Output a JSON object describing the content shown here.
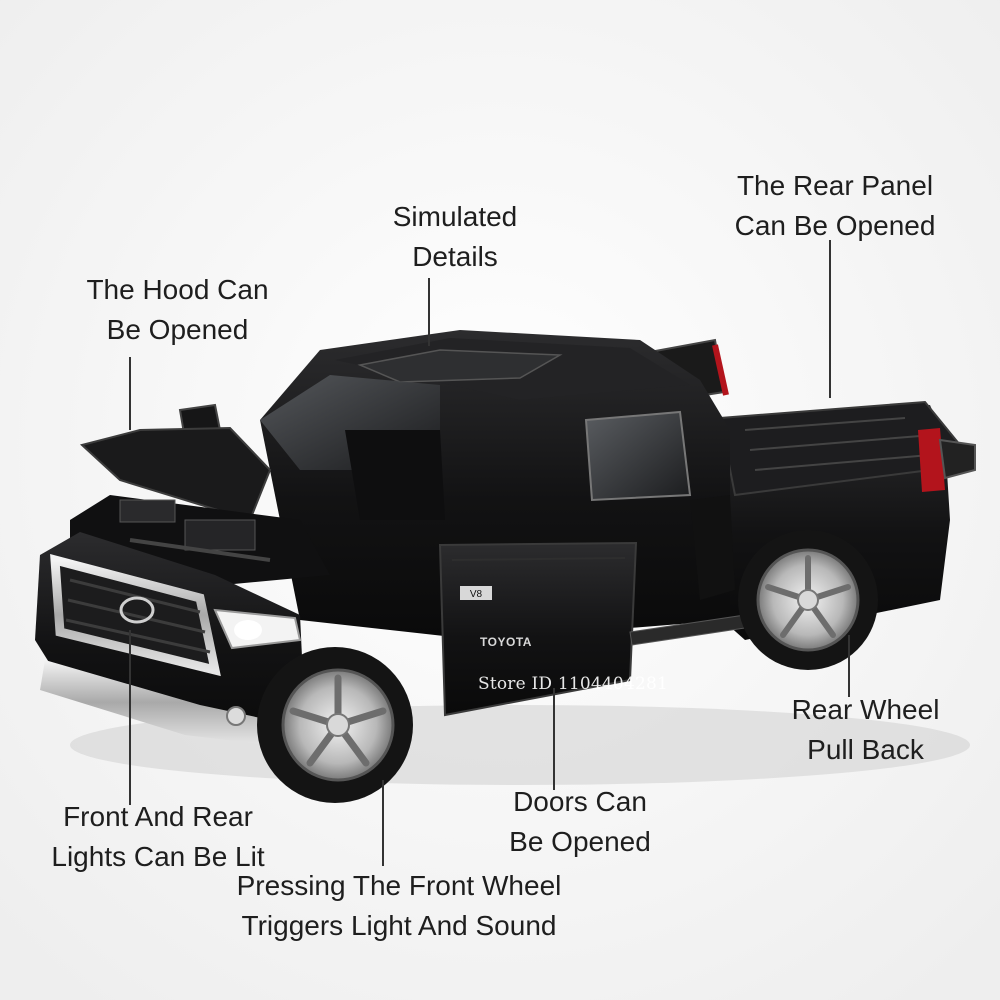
{
  "labels": {
    "hood": [
      "The Hood Can",
      "Be Opened"
    ],
    "details": [
      "Simulated",
      "Details"
    ],
    "rear_panel": [
      "The Rear Panel",
      "Can Be Opened"
    ],
    "rear_wheel": [
      "Rear Wheel",
      "Pull Back"
    ],
    "doors": [
      "Doors Can",
      "Be Opened"
    ],
    "lights": [
      "Front And Rear",
      "Lights Can Be Lit"
    ],
    "front_wheel": [
      "Pressing The Front Wheel",
      "Triggers Light And Sound"
    ]
  },
  "vehicle": {
    "brand_badge": "TOYOTA",
    "engine_badge": "V8"
  },
  "watermark": "Store ID 1104404281",
  "colors": {
    "background": "#f6f6f6",
    "body": "#141414",
    "chrome": "#c9c9c9",
    "taillight": "#b3141c"
  }
}
